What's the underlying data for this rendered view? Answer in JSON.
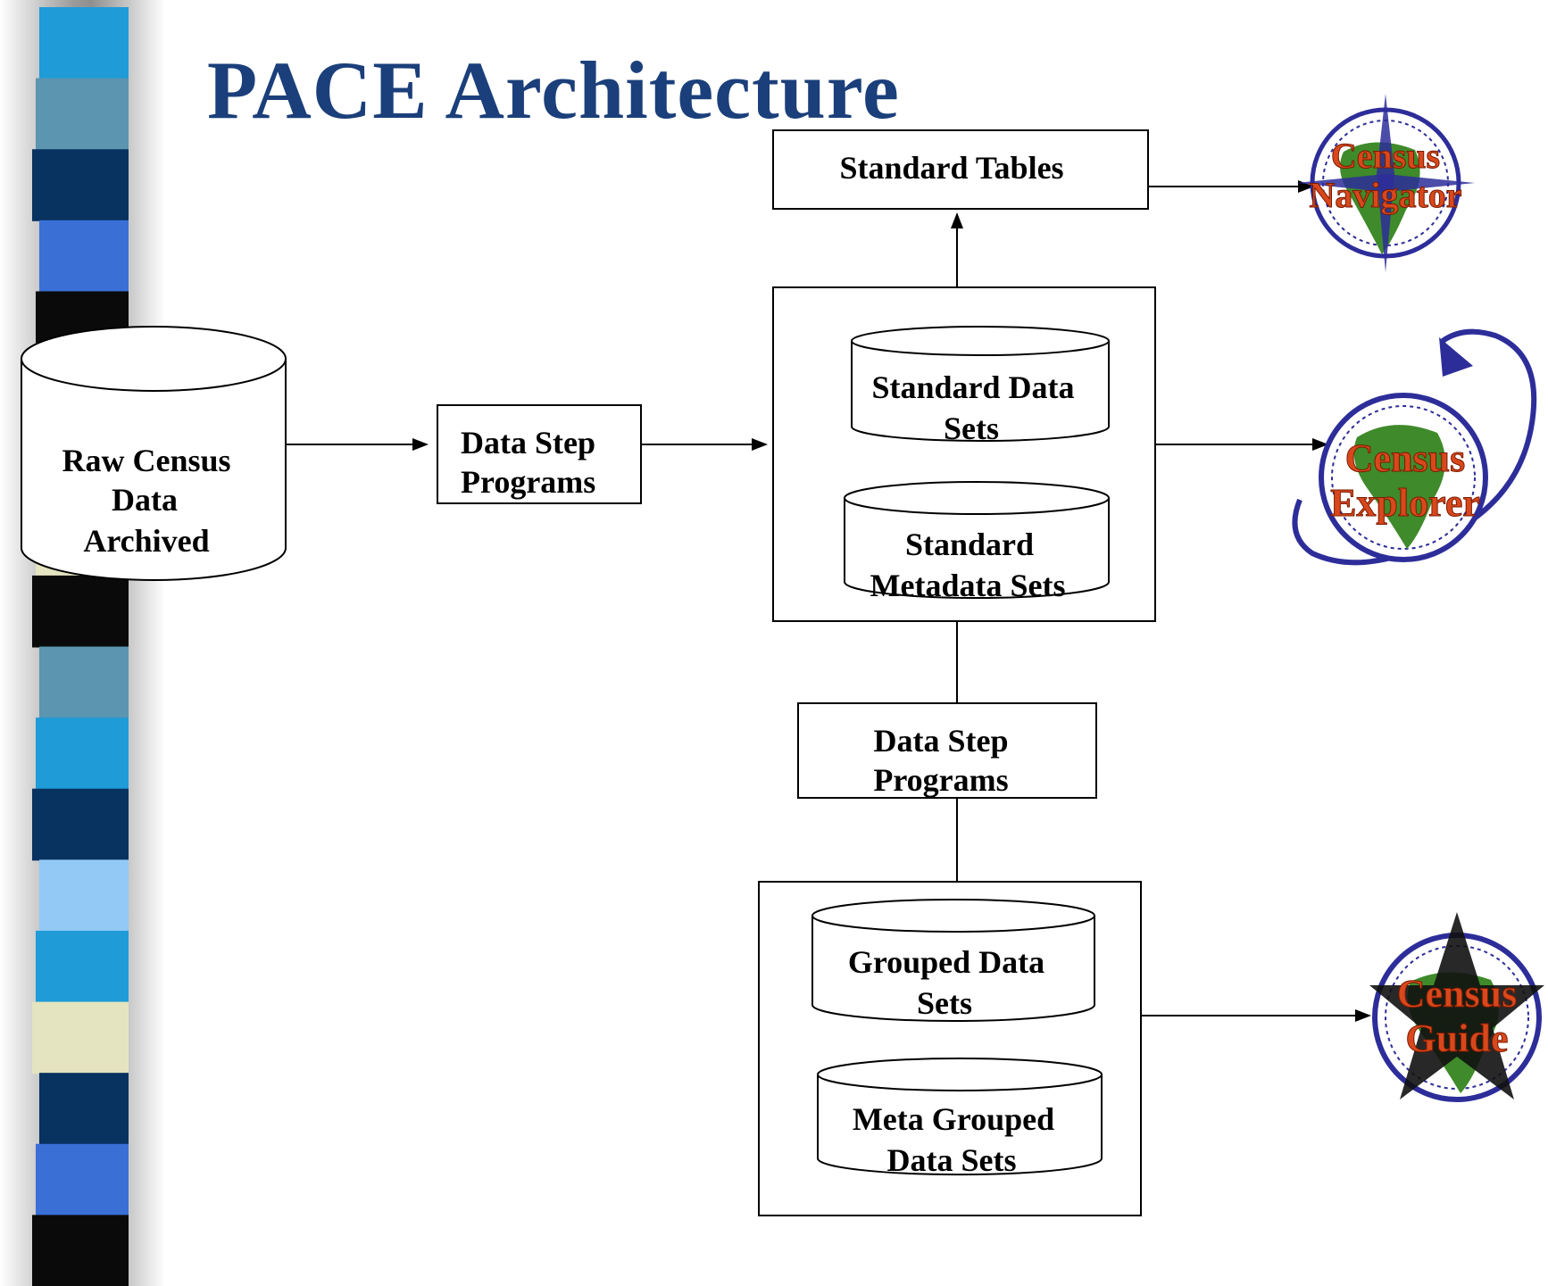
{
  "title": "PACE Architecture",
  "nodes": {
    "raw": [
      "Raw Census",
      "Data",
      "Archived"
    ],
    "datastep1": [
      "Data Step",
      "Programs"
    ],
    "standard_tables": [
      "Standard Tables"
    ],
    "standard_data_sets": [
      "Standard Data",
      "Sets"
    ],
    "standard_metadata_sets": [
      "Standard",
      "Metadata Sets"
    ],
    "datastep2": [
      "Data Step",
      "Programs"
    ],
    "grouped_data_sets": [
      "Grouped Data",
      "Sets"
    ],
    "meta_grouped_data_sets": [
      "Meta Grouped",
      "Data Sets"
    ]
  },
  "logos": {
    "navigator": [
      "Census",
      "Navigator"
    ],
    "explorer": [
      "Census",
      "Explorer"
    ],
    "guide": [
      "Census",
      "Guide"
    ]
  },
  "colors": {
    "title": "#1b3f7a",
    "logo_text": "#d8481c",
    "logo_ring": "#2d2d9a",
    "africa": "#3f8a2a"
  },
  "decor_stripes": [
    "#1f9bd8",
    "#5b95b0",
    "#08325f",
    "#3a6fd6",
    "#0a0a0a",
    "#e4e4c0",
    "#3a6fd6",
    "#e4e4c0",
    "#0a0a0a",
    "#5b95b0",
    "#1f9bd8",
    "#08325f",
    "#93c9f5",
    "#1f9bd8",
    "#e4e4c0",
    "#08325f",
    "#3a6fd6",
    "#0a0a0a"
  ]
}
